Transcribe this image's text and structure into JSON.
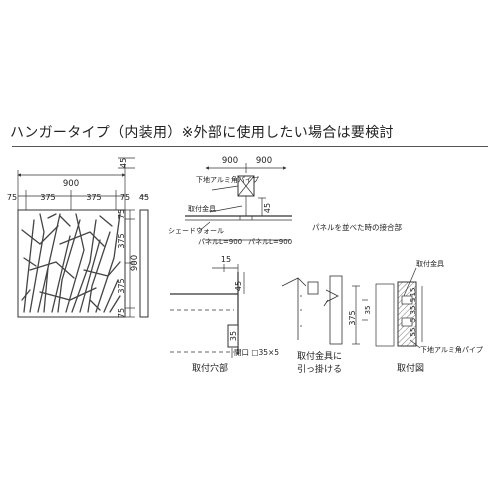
{
  "title": "ハンガータイプ（内装用）※外部に使用したい場合は要検討",
  "panel_front": {
    "dim_top_total": "900",
    "dim_top_segments": [
      "75",
      "375",
      "375",
      "75"
    ],
    "dim_top_offset": "45",
    "dim_right_segments": [
      "75",
      "375",
      "375",
      "75"
    ],
    "dim_right_total": "900",
    "side_thickness": "45"
  },
  "joint_top": {
    "dims": [
      "900",
      "900"
    ],
    "label_pipe": "下地アルミ角パイプ",
    "label_bracket": "取付金具",
    "dim_45": "45",
    "label_wall": "シェードウォール",
    "label_panel_left": "パネルL=900",
    "label_panel_right": "パネルL=900",
    "caption": "パネルを並べた時の接合部"
  },
  "hole_detail": {
    "dim_15": "15",
    "dim_45": "45",
    "dim_35": "35",
    "label_opening": "開口 □35×5",
    "caption": "取付穴部"
  },
  "hook_detail": {
    "caption_line1": "取付金具に",
    "caption_line2": "引っ掛ける"
  },
  "install_detail": {
    "label_bracket": "取付金具",
    "label_pipe": "下地アルミ角パイプ",
    "dim_375": "375",
    "dim_35": "35",
    "dim_stack": [
      "15",
      "5",
      "35",
      "5",
      "55"
    ],
    "caption": "取付図"
  }
}
